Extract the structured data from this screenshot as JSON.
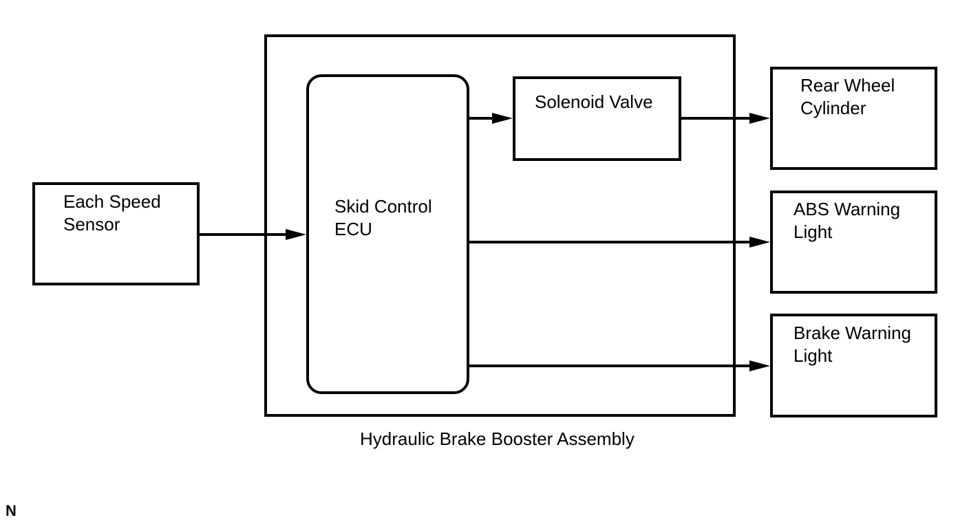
{
  "diagram": {
    "blocks": {
      "speed_sensor": {
        "label": "Each Speed\nSensor"
      },
      "skid_ecu": {
        "label": "Skid Control\nECU"
      },
      "solenoid_valve": {
        "label": "Solenoid Valve"
      },
      "rear_wheel_cylinder": {
        "label": "Rear Wheel\nCylinder"
      },
      "abs_warning_light": {
        "label": "ABS Warning\nLight"
      },
      "brake_warning_light": {
        "label": "Brake Warning\nLight"
      }
    },
    "assembly_caption": "Hydraulic Brake Booster Assembly",
    "corner_marker": "N",
    "colors": {
      "stroke": "#000000",
      "background": "#ffffff"
    }
  }
}
